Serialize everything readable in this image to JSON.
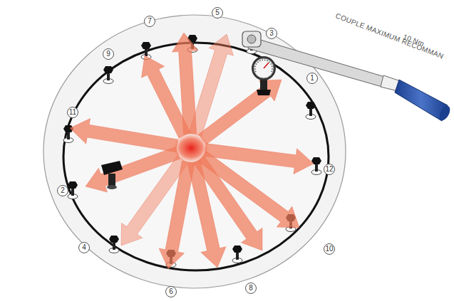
{
  "diagram": {
    "labels": [
      "7",
      "5",
      "3",
      "9",
      "1",
      "11",
      "12",
      "2",
      "10",
      "4",
      "8",
      "6",
      "COUPLE MAXIMUM RECOMMAN",
      "10 Nm"
    ]
  }
}
